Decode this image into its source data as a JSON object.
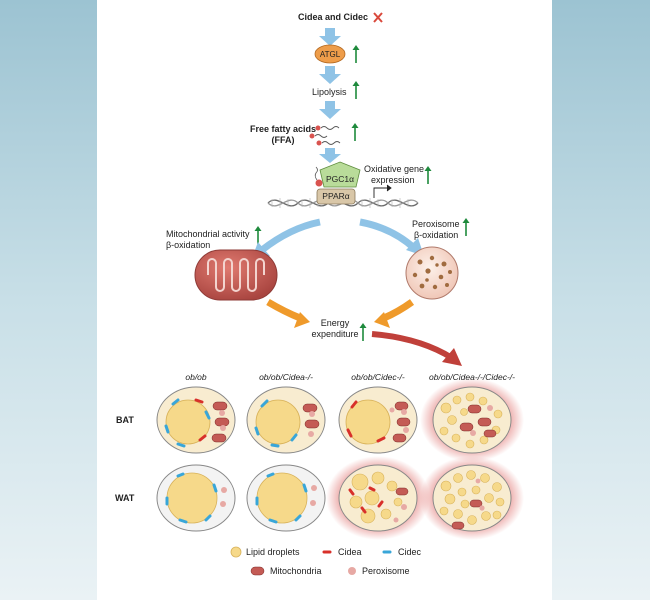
{
  "top": {
    "title": "Cidea and Cidec"
  },
  "pathway": {
    "atgl": "ATGL",
    "lipolysis": "Lipolysis",
    "ffa_line1": "Free fatty acids",
    "ffa_line2": "(FFA)",
    "pgc1a": "PGC1α",
    "ppara": "PPARα",
    "oxidative_line1": "Oxidative gene",
    "oxidative_line2": "expression",
    "mito_line1": "Mitochondrial activity",
    "mito_line2": "β-oxidation",
    "perox_line1": "Peroxisome",
    "perox_line2": "β-oxidation",
    "energy_line1": "Energy",
    "energy_line2": "expenditure"
  },
  "grid": {
    "columns": [
      "ob/ob",
      "ob/ob/Cidea-/-",
      "ob/ob/Cidec-/-",
      "ob/ob/Cidea-/-/Cidec-/-"
    ],
    "rows": [
      "BAT",
      "WAT"
    ]
  },
  "legend": {
    "lipid_droplets": "Lipid droplets",
    "cidea": "Cidea",
    "cidec": "Cidec",
    "mitochondria": "Mitochondria",
    "peroxisome": "Peroxisome"
  },
  "colors": {
    "arrow_blue": "#8fc3e6",
    "arrow_orange": "#ef9a2b",
    "arrow_red": "#c0403a",
    "up_green": "#1e8a3c",
    "cross_red": "#d9483b",
    "atgl_fill": "#ee9d4a",
    "pgc_green": "#b9dc9a",
    "ppar_tan": "#d9c7a8",
    "lipid_yellow": "#f6d98a",
    "cidea_red": "#d8302a",
    "cidec_blue": "#39a6d8",
    "mito_red": "#c45b55",
    "perox_pink": "#e7a9a4"
  }
}
